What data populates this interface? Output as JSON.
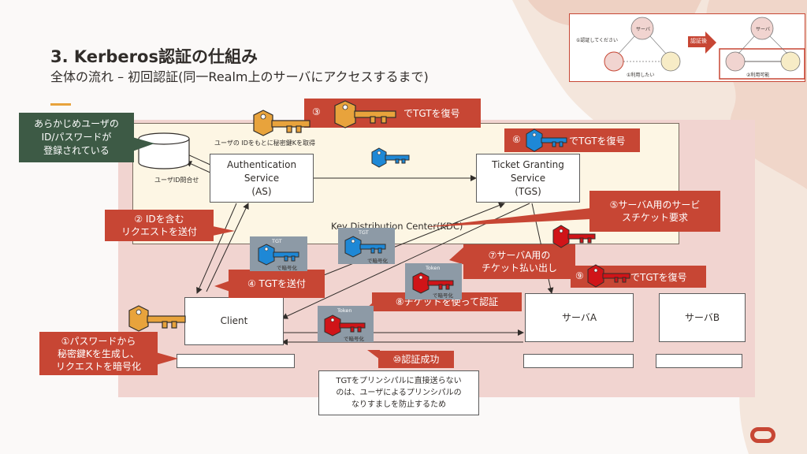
{
  "title": "3. Kerberos認証の仕組み",
  "subtitle": "全体の流れ – 初回認証(同一Realm上のサーバにアクセスするまで)",
  "kdc": {
    "label": "Key Distribution Center(KDC)",
    "as_label": "Authentication\nService\n(AS)",
    "tgs_label": "Ticket Granting\nService\n(TGS)",
    "db_note": "ユーザの IDをもとに秘密鍵Kを取得",
    "db_query": "ユーザID問合せ"
  },
  "nodes": {
    "client": "Client",
    "server_a": "サーバA",
    "server_b": "サーバB"
  },
  "callouts": {
    "registered": "あらかじめユーザの\nID/パスワードが\n登録されている",
    "step1": "①パスワードから\n秘密鍵Kを生成し、\nリクエストを暗号化",
    "step2": "② IDを含む\nリクエストを送付",
    "step3_num": "③",
    "step3_text": "でTGTを復号",
    "step4": "④ TGTを送付",
    "step5": "⑤サーバA用のサービ\nスチケット要求",
    "step6_num": "⑥",
    "step6_text": "でTGTを復号",
    "step7": "⑦サーバA用の\nチケット払い出し",
    "step8": "⑧チケットを使って認証",
    "step9_num": "⑨",
    "step9_text": "でTGTを復号",
    "step10": "⑩認証成功"
  },
  "note": "TGTをプリンシパルに直接送らない\nのは、ユーザによるプリンシパルの\nなりすましを防止するため",
  "token_labels": {
    "tgt": "TGT",
    "token": "Token",
    "encrypted": "で暗号化"
  },
  "thumbnail": {
    "server": "サーバ",
    "auth_request": "①認証してください",
    "auth_done": "認証後",
    "want_use": "①利用したい",
    "can_use": "②利用可能"
  },
  "colors": {
    "accent_red": "#c74634",
    "key_gold": "#e8a33c",
    "key_blue": "#1e88d6",
    "key_red": "#d01418",
    "dark_green": "#3d5a45"
  }
}
